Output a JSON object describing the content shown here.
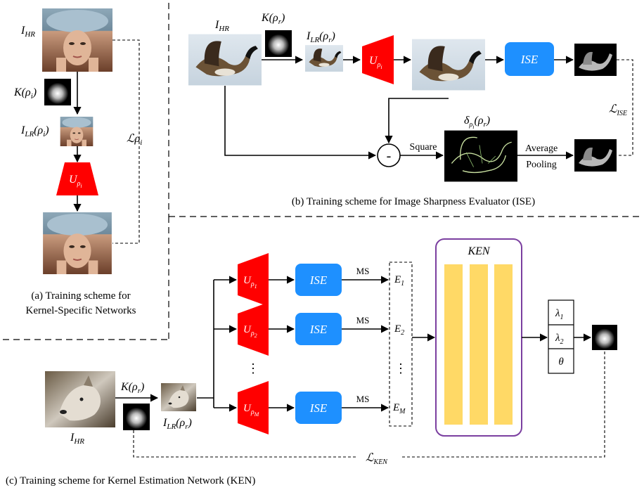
{
  "panel_a": {
    "hr_label_main": "I",
    "hr_label_sub": "HR",
    "kernel_label": "K(ρ",
    "kernel_label_sub": "i",
    "kernel_label_close": ")",
    "lr_label_main": "I",
    "lr_label_sub": "LR",
    "lr_label_arg": "(ρ",
    "lr_label_arg_sub": "i",
    "lr_label_close": ")",
    "net_label": "U",
    "net_label_sub": "ρ",
    "net_label_subsub": "i",
    "loss_label": "ℒρ",
    "loss_label_sub": "i",
    "caption_line1": "(a) Training scheme for",
    "caption_line2": "Kernel-Specific Networks"
  },
  "panel_b": {
    "hr_label_main": "I",
    "hr_label_sub": "HR",
    "kernel_label": "K(ρ",
    "kernel_label_sub": "r",
    "kernel_label_close": ")",
    "lr_label_main": "I",
    "lr_label_sub": "LR",
    "lr_label_arg": "(ρ",
    "lr_label_arg_sub": "r",
    "lr_label_close": ")",
    "net_label": "U",
    "net_label_sub": "ρ",
    "net_label_subsub": "i",
    "ise_label": "ISE",
    "loss_label": "ℒ",
    "loss_label_sub": "ISE",
    "minus_label": "-",
    "square_label": "Square",
    "delta_label": "δ",
    "delta_sub": "ρ",
    "delta_subsub": "i",
    "delta_arg": "(ρ",
    "delta_arg_sub": "r",
    "delta_close": ")",
    "avg_line1": "Average",
    "avg_line2": "Pooling",
    "caption": "(b) Training scheme for Image Sharpness Evaluator (ISE)"
  },
  "panel_c": {
    "hr_label_main": "I",
    "hr_label_sub": "HR",
    "kernel_label": "K(ρ",
    "kernel_label_sub": "r",
    "kernel_label_close": ")",
    "lr_label_main": "I",
    "lr_label_sub": "LR",
    "lr_label_arg": "(ρ",
    "lr_label_arg_sub": "r",
    "lr_label_close": ")",
    "nets": [
      {
        "label": "U",
        "sub": "ρ",
        "subsub": "1"
      },
      {
        "label": "U",
        "sub": "ρ",
        "subsub": "2"
      },
      {
        "label": "U",
        "sub": "ρ",
        "subsub": "M"
      }
    ],
    "ise_label": "ISE",
    "ms_label": "MS",
    "vdots": "⋮",
    "errors": [
      {
        "label": "E",
        "sub": "1"
      },
      {
        "label": "E",
        "sub": "2"
      },
      {
        "label": "E",
        "sub": "M"
      }
    ],
    "ken_label": "KEN",
    "params": [
      {
        "label": "λ",
        "sub": "1"
      },
      {
        "label": "λ",
        "sub": "2"
      },
      {
        "label": "θ",
        "sub": ""
      }
    ],
    "loss_label": "ℒ",
    "loss_label_sub": "KEN",
    "caption": "(c) Training scheme for Kernel Estimation Network (KEN)"
  },
  "colors": {
    "network_red": "#ff0000",
    "ise_blue": "#1e90ff",
    "ken_border": "#7b3fa0",
    "ken_bars": "#ffd966"
  }
}
